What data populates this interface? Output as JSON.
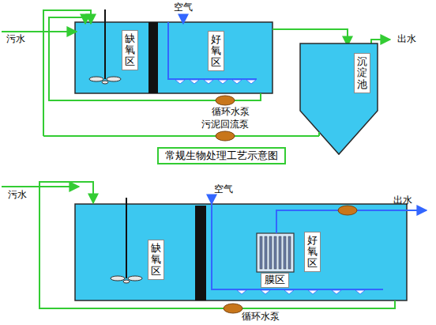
{
  "diagram": {
    "caption": "常规生物处理工艺示意图",
    "nodes": [
      {
        "text": [
          "缺氧区"
        ]
      },
      {
        "text": [
          "好氧区"
        ]
      },
      {
        "text": [
          "沉淀池"
        ]
      },
      {
        "text": [
          "缺氧区"
        ]
      },
      {
        "text": [
          "好氧区"
        ]
      },
      {
        "text": [
          "膜区"
        ]
      }
    ],
    "labels": [
      "污水",
      "空气",
      "出水",
      "循环水泵",
      "污泥回流泵",
      "污水",
      "空气",
      "出水",
      "循环水泵"
    ]
  }
}
